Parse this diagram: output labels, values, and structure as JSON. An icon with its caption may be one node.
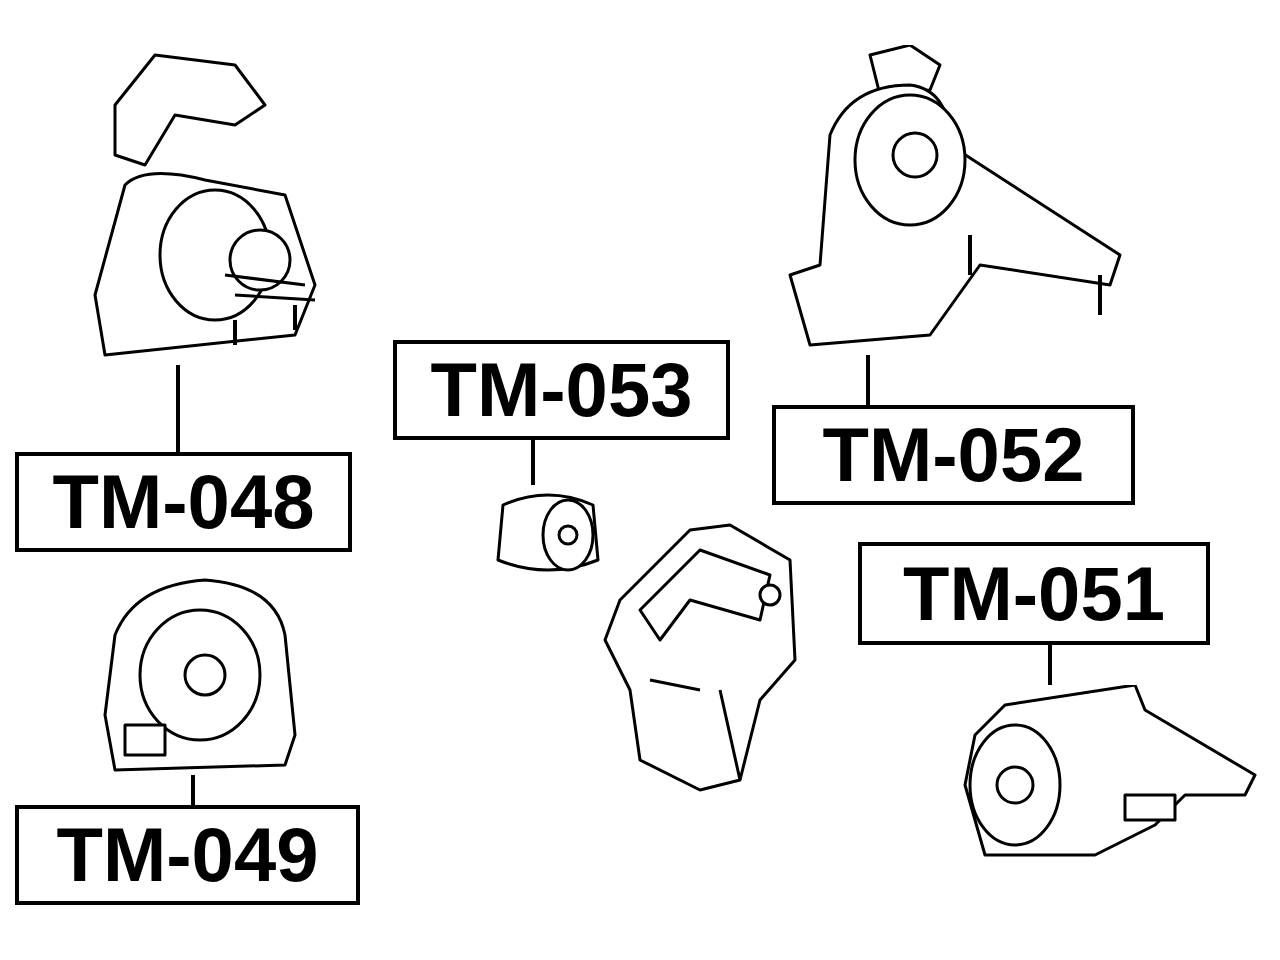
{
  "diagram": {
    "nodes": [
      {
        "text": [],
        "shape": "picture"
      },
      {
        "text": [
          "TM-048"
        ]
      },
      {
        "text": [],
        "shape": "picture"
      },
      {
        "text": [
          "TM-049"
        ]
      },
      {
        "text": [
          "TM-053"
        ]
      },
      {
        "text": [],
        "shape": "picture"
      },
      {
        "text": [],
        "shape": "picture"
      },
      {
        "text": [
          "TM-052"
        ]
      },
      {
        "text": [
          "TM-051"
        ]
      },
      {
        "text": [],
        "shape": "picture"
      }
    ],
    "edges": [
      {
        "from": 1,
        "to": 0,
        "arrow": "none"
      },
      {
        "from": 3,
        "to": 2,
        "arrow": "none"
      },
      {
        "from": 4,
        "to": 5,
        "arrow": "none"
      },
      {
        "from": 7,
        "to": 6,
        "arrow": "none"
      },
      {
        "from": 8,
        "to": 9,
        "arrow": "none"
      }
    ]
  }
}
